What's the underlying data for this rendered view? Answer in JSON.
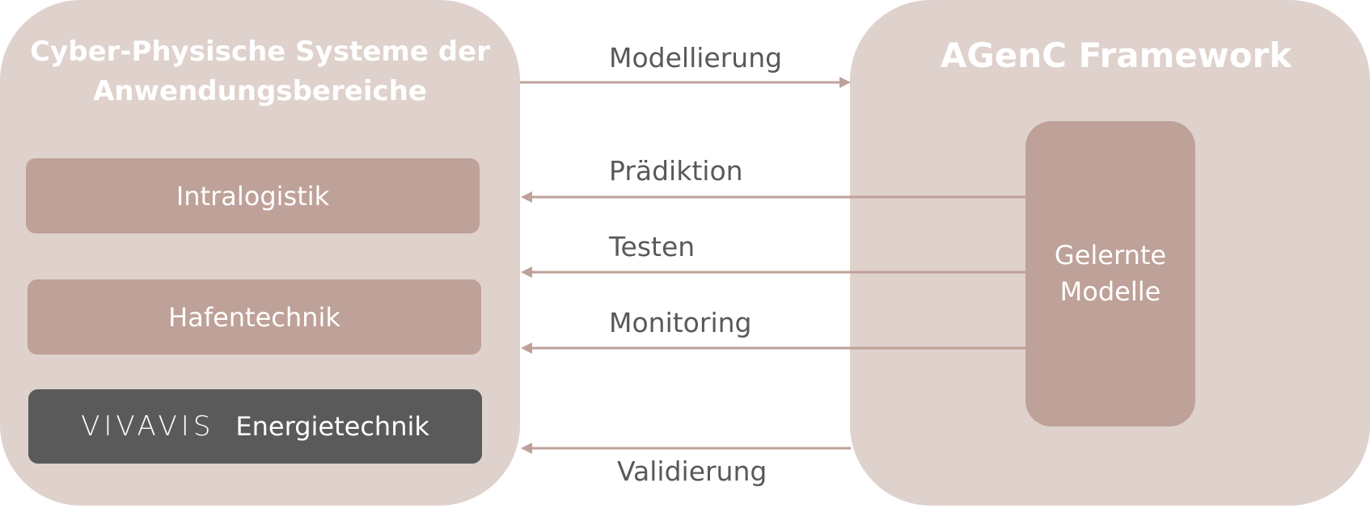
{
  "left_panel": {
    "title_line1": "Cyber-Physische Systeme der",
    "title_line2": "Anwendungsbereiche",
    "items": [
      {
        "label": "Intralogistik"
      },
      {
        "label": "Hafentechnik"
      },
      {
        "logo": "VIVAVIS",
        "label": "Energietechnik"
      }
    ]
  },
  "right_panel": {
    "title": "AGenC Framework",
    "inner_box": {
      "line1": "Gelernte",
      "line2": "Modelle"
    }
  },
  "arrows": [
    {
      "label": "Modellierung",
      "direction": "right"
    },
    {
      "label": "Prädiktion",
      "direction": "left"
    },
    {
      "label": "Testen",
      "direction": "left"
    },
    {
      "label": "Monitoring",
      "direction": "left"
    },
    {
      "label": "Validierung",
      "direction": "left"
    }
  ],
  "colors": {
    "panel": "#dfd1cc",
    "box": "#bea198",
    "dark_box": "#5a5a5a",
    "arrow": "#bea198",
    "label_text": "#595959",
    "box_text": "#ffffff"
  }
}
